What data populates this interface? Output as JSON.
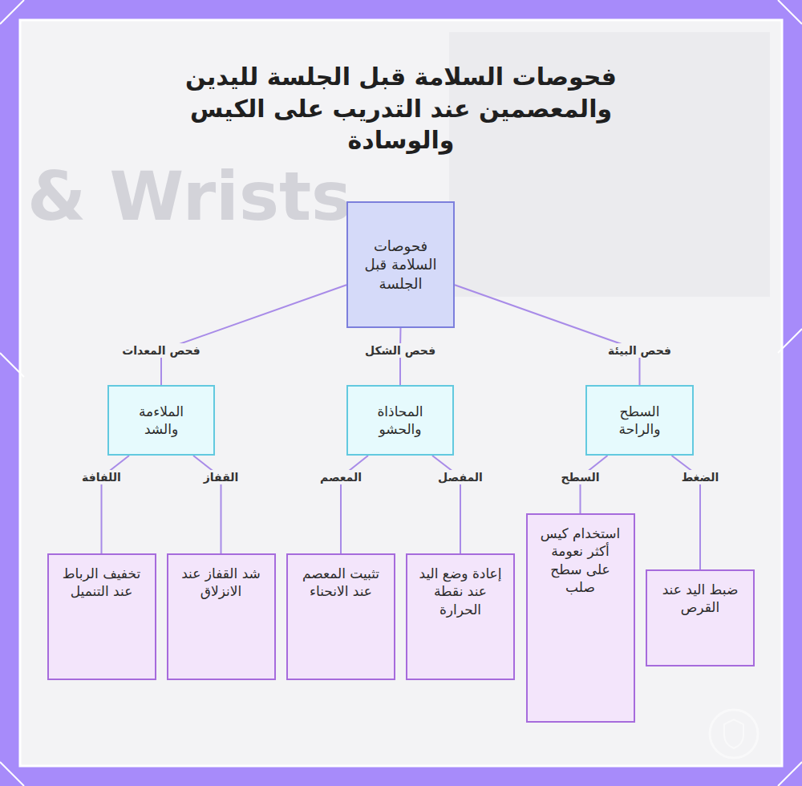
{
  "diagram": {
    "title": "فحوصات السلامة قبل الجلسة لليدين والمعصمين عند التدريب على الكيس والوسادة",
    "nodes": [
      {
        "text": [
          "فحوصات السلامة قبل الجلسة"
        ]
      },
      {
        "text": [
          "السطح والراحة"
        ]
      },
      {
        "text": [
          "المحاذاة والحشو"
        ]
      },
      {
        "text": [
          "الملاءمة والشد"
        ]
      },
      {
        "text": [
          "ضبط اليد عند القرص"
        ]
      },
      {
        "text": [
          "استخدام كيس أكثر نعومة على سطح صلب"
        ]
      },
      {
        "text": [
          "إعادة وضع اليد عند نقطة الحرارة"
        ]
      },
      {
        "text": [
          "تثبيت المعصم عند الانحناء"
        ]
      },
      {
        "text": [
          "شد القفاز عند الانزلاق"
        ]
      },
      {
        "text": [
          "تخفيف الرباط عند التنميل"
        ]
      }
    ],
    "edges": [
      {
        "from": 0,
        "to": 1,
        "label": "فحص البيئة",
        "arrow": "none"
      },
      {
        "from": 0,
        "to": 2,
        "label": "فحص الشكل",
        "arrow": "none"
      },
      {
        "from": 0,
        "to": 3,
        "label": "فحص المعدات",
        "arrow": "none"
      },
      {
        "from": 1,
        "to": 4,
        "label": "الضغط",
        "arrow": "none"
      },
      {
        "from": 1,
        "to": 5,
        "label": "السطح",
        "arrow": "none"
      },
      {
        "from": 2,
        "to": 6,
        "label": "المفصل",
        "arrow": "none"
      },
      {
        "from": 2,
        "to": 7,
        "label": "المعصم",
        "arrow": "none"
      },
      {
        "from": 3,
        "to": 8,
        "label": "القفاز",
        "arrow": "none"
      },
      {
        "from": 3,
        "to": 9,
        "label": "اللفافة",
        "arrow": "none"
      }
    ],
    "labels": [
      "& Wrists"
    ]
  }
}
